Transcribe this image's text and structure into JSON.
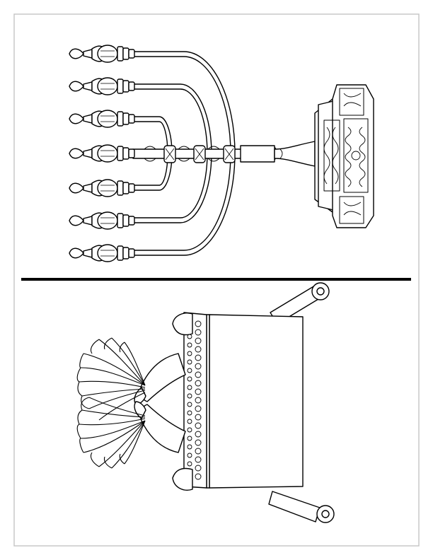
{
  "page": {
    "background_color": "#ffffff",
    "ink_color": "#000000",
    "frame_color": "#c8c8c8"
  },
  "sections": {
    "top": {
      "illustration": "seven-branched-menorah",
      "orientation": "rotated-90-degrees",
      "branch_count": 7
    },
    "divider": {
      "style": "thick-horizontal-line"
    },
    "bottom": {
      "illustration": "ark-of-the-covenant",
      "orientation": "rotated-90-degrees",
      "features": [
        "cherubim-wings",
        "carrying-poles",
        "decorated-band"
      ]
    }
  }
}
